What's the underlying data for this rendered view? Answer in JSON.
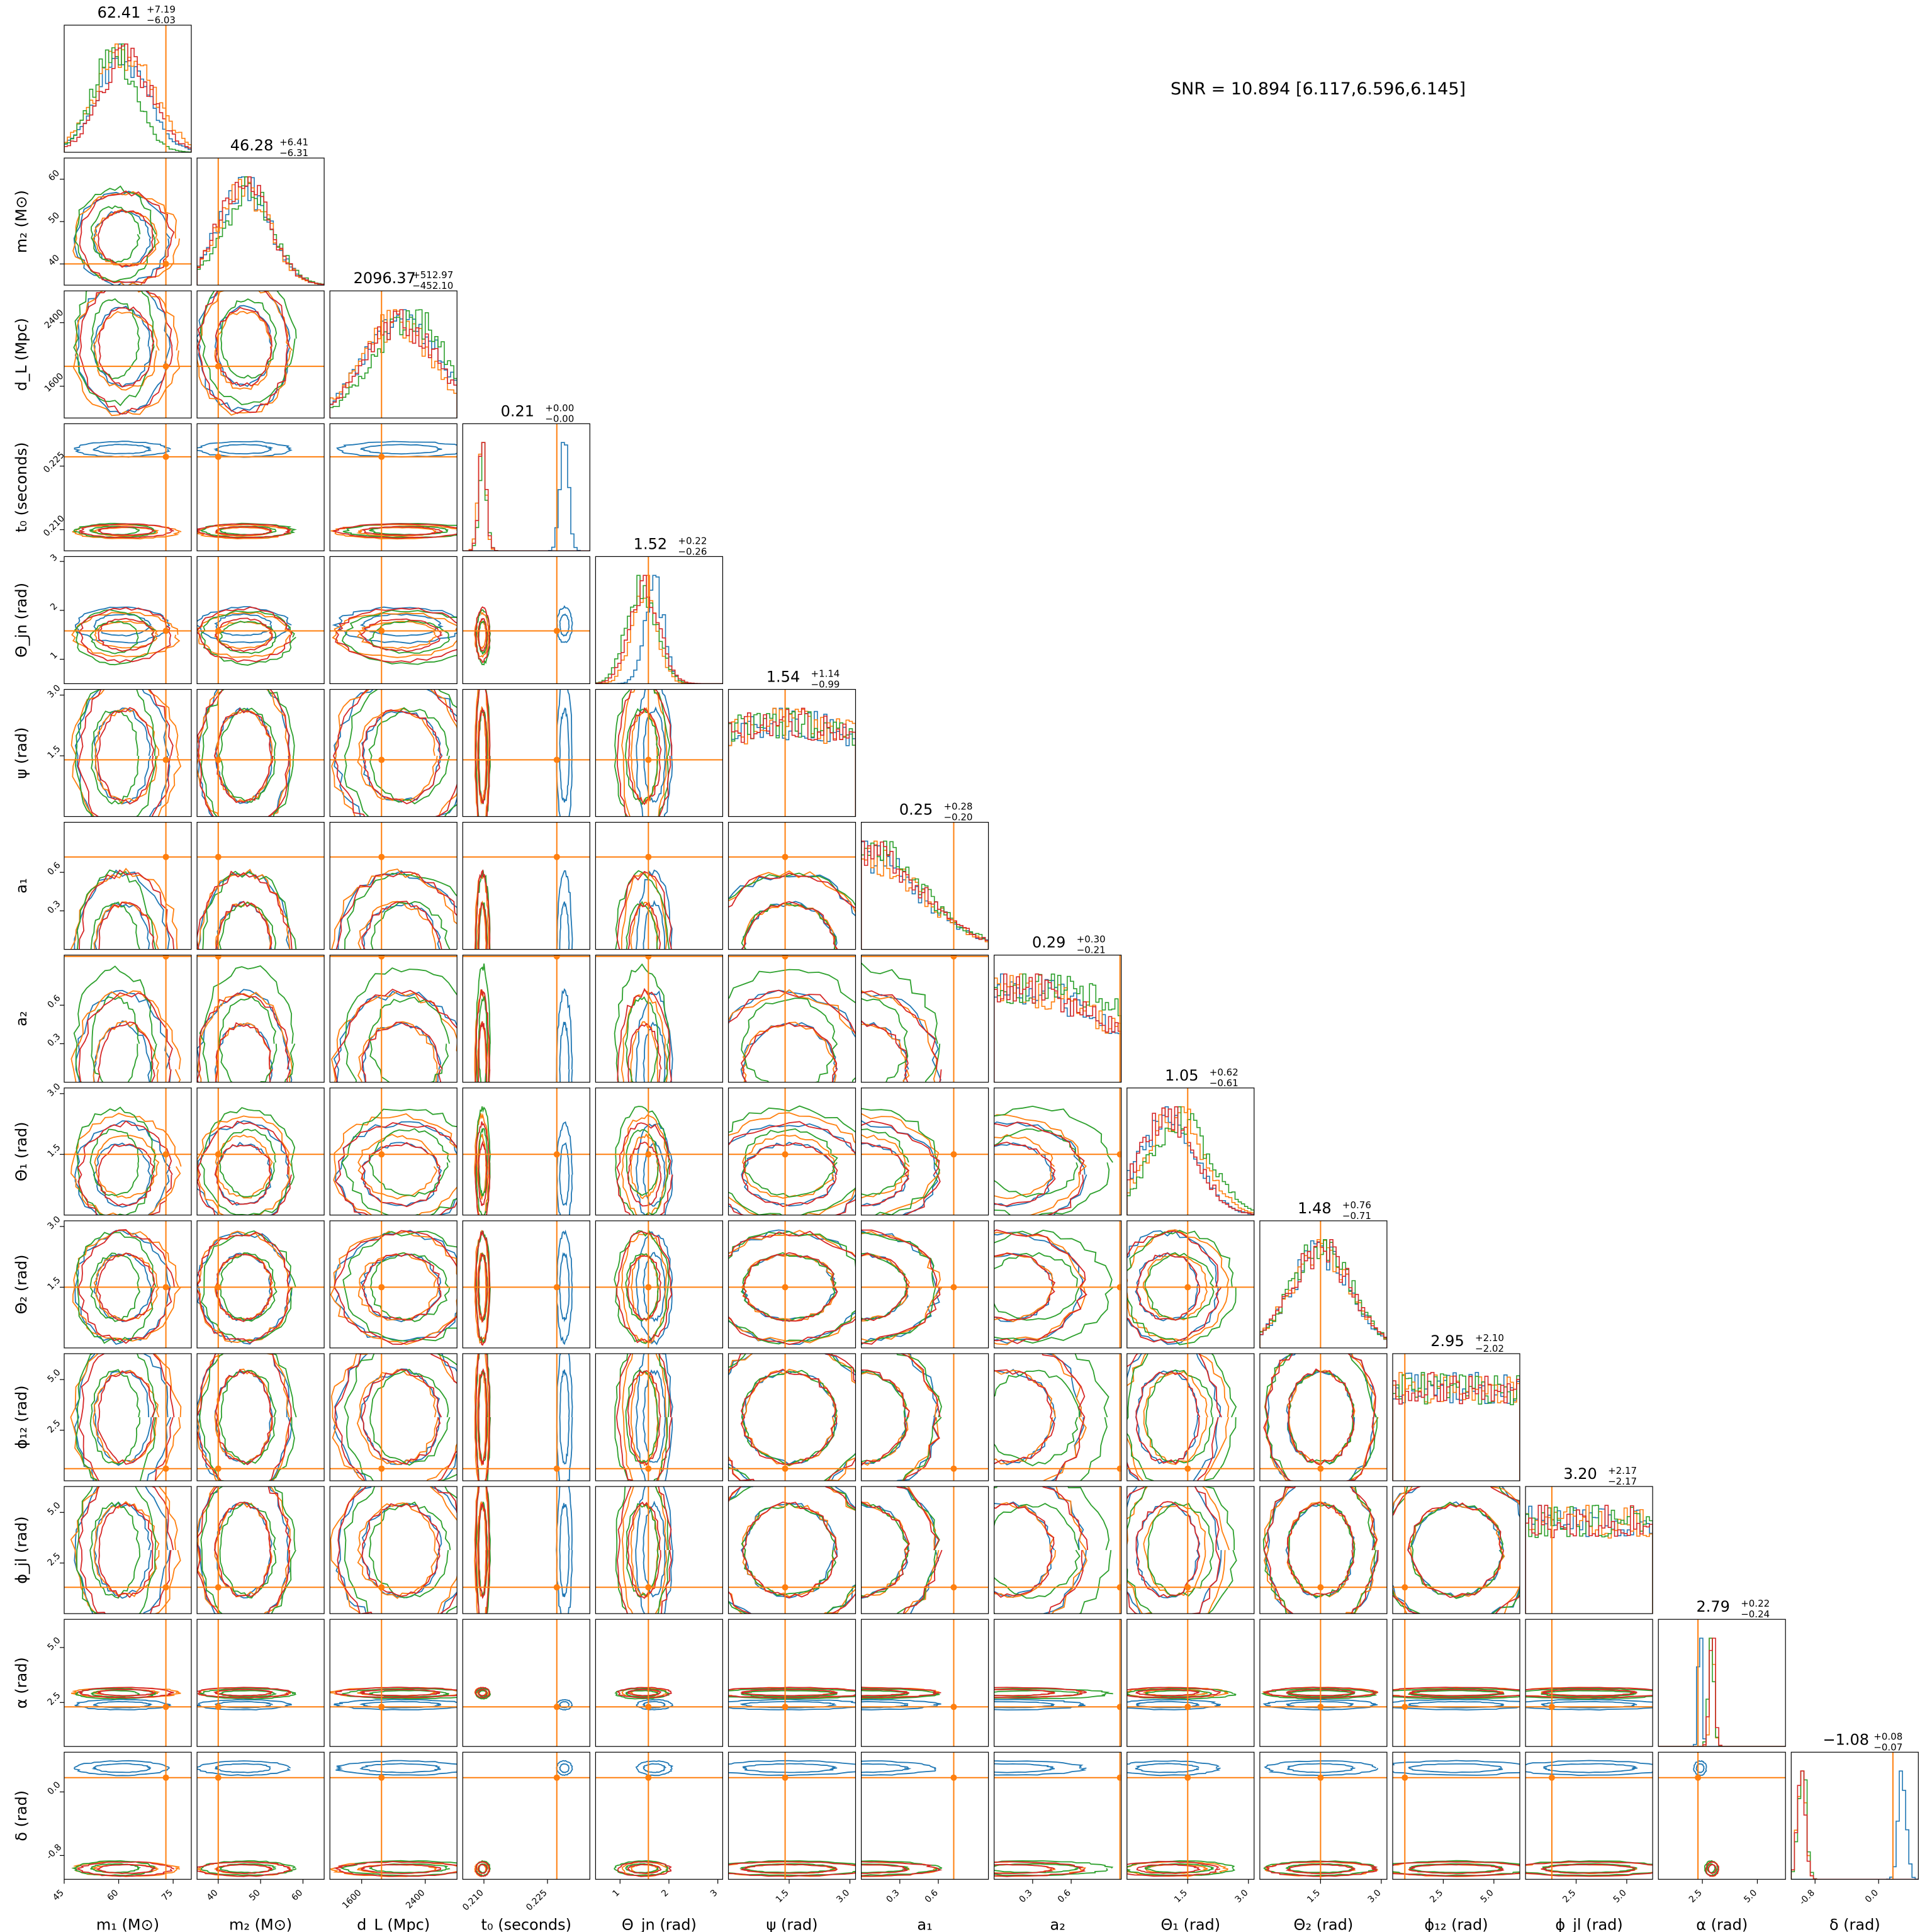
{
  "snr_text": "SNR = 10.894 [6.117,6.596,6.145]",
  "colors": {
    "series": [
      "#1f77b4",
      "#ff7f0e",
      "#2ca02c",
      "#d62728"
    ],
    "truth": "#ff7f0e",
    "axes": "#000000"
  },
  "chart_data": {
    "type": "corner",
    "parameters": [
      {
        "label": "m₁ (M⊙)",
        "title": "62.41",
        "plus": "+7.19",
        "minus": "−6.03",
        "range": [
          45,
          80
        ],
        "ticks": [
          "45",
          "60",
          "75"
        ],
        "tick_values": [
          45,
          60,
          75
        ],
        "truth": 73.0,
        "peaks": [
          {
            "m": 61,
            "s": 7
          },
          {
            "m": 62,
            "s": 8
          },
          {
            "m": 59,
            "s": 6
          },
          {
            "m": 62,
            "s": 7
          }
        ]
      },
      {
        "label": "m₂ (M⊙)",
        "title": "46.28",
        "plus": "+6.41",
        "minus": "−6.31",
        "range": [
          35,
          65
        ],
        "ticks": [
          "40",
          "50",
          "60"
        ],
        "tick_values": [
          40,
          50,
          60
        ],
        "truth": 40.0,
        "peaks": [
          {
            "m": 46,
            "s": 6
          },
          {
            "m": 46,
            "s": 6
          },
          {
            "m": 47,
            "s": 6
          },
          {
            "m": 46,
            "s": 6
          }
        ]
      },
      {
        "label": "d_L (Mpc)",
        "title": "2096.37",
        "plus": "+512.97",
        "minus": "−452.10",
        "range": [
          1200,
          2800
        ],
        "ticks": [
          "1600",
          "2400"
        ],
        "tick_values": [
          1600,
          2400
        ],
        "truth": 1850,
        "peaks": [
          {
            "m": 2100,
            "s": 450
          },
          {
            "m": 2050,
            "s": 450
          },
          {
            "m": 2200,
            "s": 450
          },
          {
            "m": 2100,
            "s": 450
          }
        ]
      },
      {
        "label": "t₀ (seconds)",
        "title": "0.21",
        "plus": "+0.00",
        "minus": "−0.00",
        "range": [
          0.205,
          0.235
        ],
        "ticks": [
          "0.210",
          "0.225"
        ],
        "tick_values": [
          0.21,
          0.225
        ],
        "truth": 0.2272,
        "peaks": [
          {
            "m": 0.229,
            "s": 0.001
          },
          {
            "m": 0.2095,
            "s": 0.0009
          },
          {
            "m": 0.2098,
            "s": 0.0009
          },
          {
            "m": 0.2097,
            "s": 0.0009
          }
        ]
      },
      {
        "label": "Θ_jn (rad)",
        "title": "1.52",
        "plus": "+0.22",
        "minus": "−0.26",
        "range": [
          0.5,
          3.1
        ],
        "ticks": [
          "1",
          "2",
          "3"
        ],
        "tick_values": [
          1,
          2,
          3
        ],
        "truth": 1.58,
        "peaks": [
          {
            "m": 1.7,
            "s": 0.2
          },
          {
            "m": 1.5,
            "s": 0.25
          },
          {
            "m": 1.45,
            "s": 0.3
          },
          {
            "m": 1.5,
            "s": 0.3
          }
        ]
      },
      {
        "label": "ψ (rad)",
        "title": "1.54",
        "plus": "+1.14",
        "minus": "−0.99",
        "range": [
          0,
          3.14
        ],
        "ticks": [
          "1.5",
          "3.0"
        ],
        "tick_values": [
          1.5,
          3.0
        ],
        "truth": 1.4,
        "peaks": [
          {
            "m": 1.5,
            "s": 3
          },
          {
            "m": 1.5,
            "s": 3
          },
          {
            "m": 1.5,
            "s": 3
          },
          {
            "m": 1.5,
            "s": 3
          }
        ]
      },
      {
        "label": "a₁",
        "title": "0.25",
        "plus": "+0.28",
        "minus": "−0.20",
        "range": [
          0,
          0.99
        ],
        "ticks": [
          "0.3",
          "0.6"
        ],
        "tick_values": [
          0.3,
          0.6
        ],
        "truth": 0.72,
        "peaks": [
          {
            "m": 0.0,
            "s": 0.45
          },
          {
            "m": 0.0,
            "s": 0.45
          },
          {
            "m": 0.0,
            "s": 0.45
          },
          {
            "m": 0.0,
            "s": 0.45
          }
        ]
      },
      {
        "label": "a₂",
        "title": "0.29",
        "plus": "+0.30",
        "minus": "−0.21",
        "range": [
          0,
          0.99
        ],
        "ticks": [
          "0.3",
          "0.6"
        ],
        "tick_values": [
          0.3,
          0.6
        ],
        "truth": 0.98,
        "peaks": [
          {
            "m": 0.1,
            "s": 0.8
          },
          {
            "m": 0.1,
            "s": 0.8
          },
          {
            "m": 0.3,
            "s": 0.9
          },
          {
            "m": 0.1,
            "s": 0.8
          }
        ]
      },
      {
        "label": "Θ₁ (rad)",
        "title": "1.05",
        "plus": "+0.62",
        "minus": "−0.61",
        "range": [
          0,
          3.14
        ],
        "ticks": [
          "1.5",
          "3.0"
        ],
        "tick_values": [
          1.5,
          3.0
        ],
        "truth": 1.5,
        "peaks": [
          {
            "m": 1.0,
            "s": 0.7
          },
          {
            "m": 1.2,
            "s": 0.7
          },
          {
            "m": 1.3,
            "s": 0.75
          },
          {
            "m": 1.0,
            "s": 0.7
          }
        ]
      },
      {
        "label": "Θ₂ (rad)",
        "title": "1.48",
        "plus": "+0.76",
        "minus": "−0.71",
        "range": [
          0,
          3.14
        ],
        "ticks": [
          "1.5",
          "3.0"
        ],
        "tick_values": [
          1.5,
          3.0
        ],
        "truth": 1.5,
        "peaks": [
          {
            "m": 1.5,
            "s": 0.75
          },
          {
            "m": 1.5,
            "s": 0.75
          },
          {
            "m": 1.5,
            "s": 0.75
          },
          {
            "m": 1.5,
            "s": 0.75
          }
        ]
      },
      {
        "label": "ϕ₁₂ (rad)",
        "title": "2.95",
        "plus": "+2.10",
        "minus": "−2.02",
        "range": [
          0,
          6.28
        ],
        "ticks": [
          "2.5",
          "5.0"
        ],
        "tick_values": [
          2.5,
          5.0
        ],
        "truth": 0.6,
        "peaks": [
          {
            "m": 3.14,
            "s": 20
          },
          {
            "m": 3.14,
            "s": 20
          },
          {
            "m": 3.14,
            "s": 20
          },
          {
            "m": 3.14,
            "s": 20
          }
        ]
      },
      {
        "label": "ϕ_jl (rad)",
        "title": "3.20",
        "plus": "+2.17",
        "minus": "−2.17",
        "range": [
          0,
          6.28
        ],
        "ticks": [
          "2.5",
          "5.0"
        ],
        "tick_values": [
          2.5,
          5.0
        ],
        "truth": 1.3,
        "peaks": [
          {
            "m": 3.14,
            "s": 20
          },
          {
            "m": 3.14,
            "s": 20
          },
          {
            "m": 3.14,
            "s": 20
          },
          {
            "m": 3.14,
            "s": 20
          }
        ]
      },
      {
        "label": "α (rad)",
        "title": "2.79",
        "plus": "+0.22",
        "minus": "−0.24",
        "range": [
          0.5,
          6.28
        ],
        "ticks": [
          "2.5",
          "5.0"
        ],
        "tick_values": [
          2.5,
          5.0
        ],
        "truth": 2.3,
        "peaks": [
          {
            "m": 2.4,
            "s": 0.08
          },
          {
            "m": 2.95,
            "s": 0.1
          },
          {
            "m": 2.9,
            "s": 0.12
          },
          {
            "m": 2.95,
            "s": 0.12
          }
        ]
      },
      {
        "label": "δ (rad)",
        "title": "−1.08",
        "plus": "+0.08",
        "minus": "−0.07",
        "range": [
          -1.1,
          0.5
        ],
        "ticks": [
          "-0.8",
          "0.0"
        ],
        "tick_values": [
          -0.8,
          0.0
        ],
        "truth": 0.18,
        "peaks": [
          {
            "m": 0.3,
            "s": 0.05
          },
          {
            "m": -0.97,
            "s": 0.05
          },
          {
            "m": -0.96,
            "s": 0.05
          },
          {
            "m": -0.97,
            "s": 0.05
          }
        ]
      }
    ]
  }
}
